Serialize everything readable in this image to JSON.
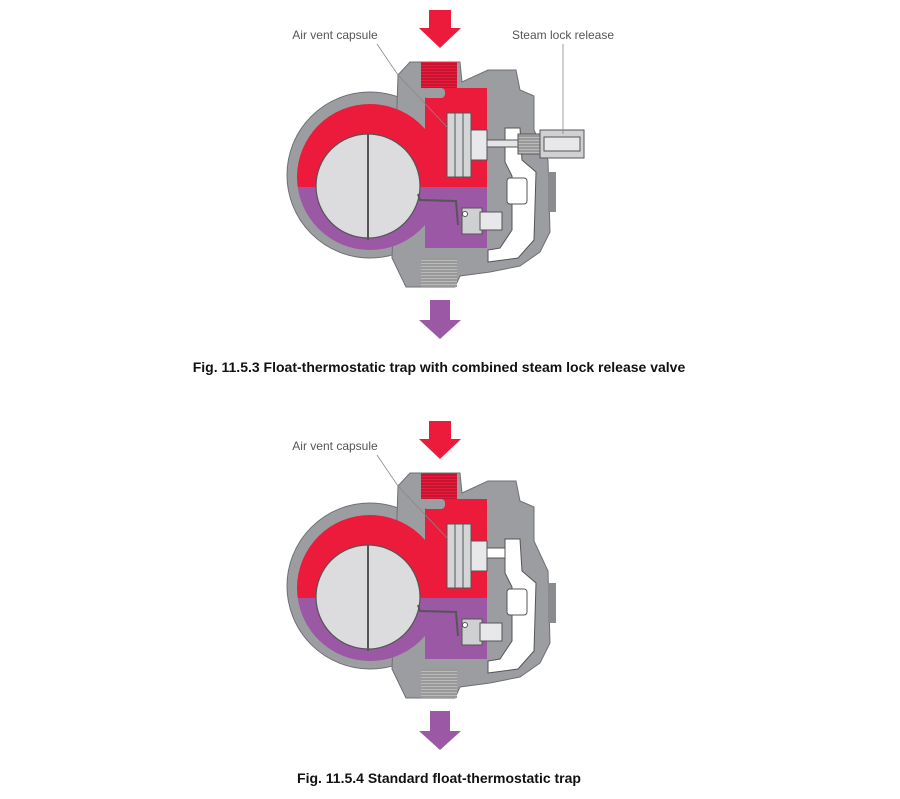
{
  "figures": [
    {
      "caption": "Fig. 11.5.3 Float-thermostatic trap with combined steam lock release valve",
      "labels": {
        "air_vent": "Air vent capsule",
        "steam_lock": "Steam lock release"
      }
    },
    {
      "caption": "Fig. 11.5.4 Standard float-thermostatic trap",
      "labels": {
        "air_vent": "Air vent capsule"
      }
    }
  ],
  "colors": {
    "steam": "#ec1a3b",
    "condensate": "#9b59a5",
    "body": "#9c9da1",
    "float": "#dcdcde",
    "outline": "#555555"
  }
}
